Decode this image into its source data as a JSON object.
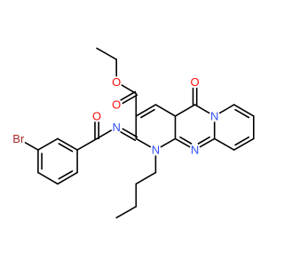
{
  "molecule": {
    "atoms": [
      {
        "id": "O1",
        "symbol": "O",
        "label": "O",
        "color": "#ff0d0d"
      },
      {
        "id": "O2",
        "symbol": "O",
        "label": "O",
        "color": "#ff0d0d"
      },
      {
        "id": "O3",
        "symbol": "O",
        "label": "O",
        "color": "#ff0d0d"
      },
      {
        "id": "O4",
        "symbol": "O",
        "label": "O",
        "color": "#ff0d0d"
      },
      {
        "id": "N1",
        "symbol": "N",
        "label": "N",
        "color": "#3050f8"
      },
      {
        "id": "N2",
        "symbol": "N",
        "label": "N",
        "color": "#3050f8"
      },
      {
        "id": "N3",
        "symbol": "N",
        "label": "N",
        "color": "#3050f8"
      },
      {
        "id": "N4",
        "symbol": "N",
        "label": "N",
        "color": "#3050f8"
      },
      {
        "id": "Br1",
        "symbol": "Br",
        "label": "Br",
        "color": "#a62929"
      }
    ],
    "bond_color": "#000000"
  }
}
